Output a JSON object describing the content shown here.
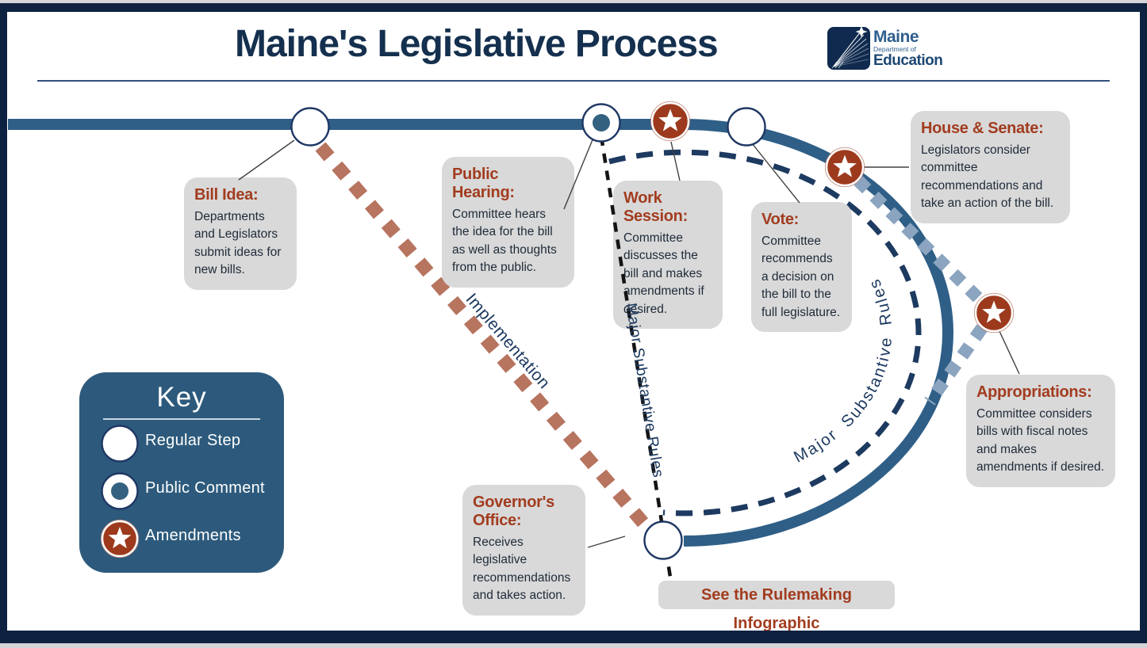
{
  "title": "Maine's Legislative Process",
  "logo": {
    "name": "Maine",
    "dept": "Department of",
    "org": "Education"
  },
  "steps": [
    {
      "id": "bill-idea",
      "title": "Bill Idea:",
      "body": "Departments and Legislators submit ideas for new bills."
    },
    {
      "id": "public-hearing",
      "title": "Public Hearing:",
      "body": "Committee hears the idea for the bill as well as thoughts from the public."
    },
    {
      "id": "work-session",
      "title": "Work Session:",
      "body": "Committee discusses the bill and makes amendments if desired."
    },
    {
      "id": "vote",
      "title": "Vote:",
      "body": "Committee recommends a decision on the bill to the full legislature."
    },
    {
      "id": "house-senate",
      "title": "House & Senate:",
      "body": "Legislators consider committee recommendations and take an action of the bill."
    },
    {
      "id": "appropriations",
      "title": "Appropriations:",
      "body": "Committee considers bills with fiscal notes and makes amendments if desired."
    },
    {
      "id": "governors-office",
      "title": "Governor's Office:",
      "body": "Receives legislative recommendations and takes action."
    }
  ],
  "labels": {
    "implementation": "Implementation",
    "major_substantive_rules": "Major Substantive Rules",
    "rulemaking": "See the Rulemaking Infographic"
  },
  "key": {
    "title": "Key",
    "items": [
      {
        "symbol": "regular-step",
        "label": "Regular Step"
      },
      {
        "symbol": "public-comment",
        "label": "Public Comment"
      },
      {
        "symbol": "amendments",
        "label": "Amendments"
      }
    ]
  },
  "colors": {
    "frame_navy": "#0d2240",
    "flow_line": "#2f5f87",
    "dashed_rules_line": "#1d3a60",
    "rust_heading": "#a23c1f",
    "star_fill": "#9d3a1d",
    "implementation_diamond": "#b7745f",
    "fiscal_diamond": "#8ba4bf",
    "box_gray": "#d9d9d9",
    "key_panel": "#2d5a7c",
    "title_navy": "#15304e"
  }
}
